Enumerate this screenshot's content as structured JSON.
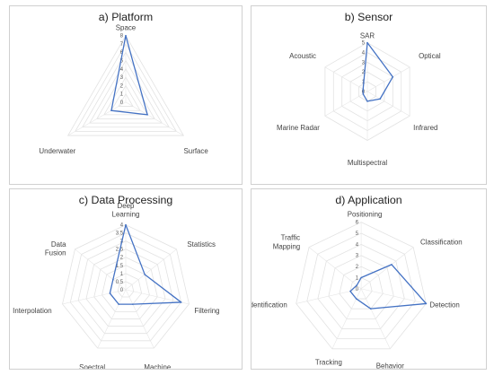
{
  "chart_data": [
    {
      "type": "radar",
      "title": "a) Platform",
      "categories": [
        "Space",
        "Surface",
        "Underwater"
      ],
      "rmax": 8,
      "ticks": [
        0,
        1,
        2,
        3,
        4,
        5,
        6,
        7,
        8
      ],
      "series": [
        {
          "values": [
            8,
            3,
            2
          ]
        }
      ]
    },
    {
      "type": "radar",
      "title": "b) Sensor",
      "categories": [
        "SAR",
        "Optical",
        "Infrared",
        "Multispectral",
        "Marine Radar",
        "Acoustic"
      ],
      "rmax": 5,
      "ticks": [
        0,
        1,
        2,
        3,
        4,
        5
      ],
      "series": [
        {
          "values": [
            5,
            3,
            1.5,
            1,
            0.5,
            0.5
          ]
        }
      ]
    },
    {
      "type": "radar",
      "title": "c) Data Processing",
      "categories": [
        "Deep Learning",
        "Statistics",
        "Filtering",
        "Machine Learning",
        "Soectral Analysis",
        "Interpolation",
        "Data Fusion"
      ],
      "rmax": 4,
      "ticks": [
        0,
        0.5,
        1,
        1.5,
        2,
        2.5,
        3,
        3.5,
        4
      ],
      "series": [
        {
          "values": [
            4,
            1.5,
            3.5,
            1,
            1,
            1,
            1
          ]
        }
      ]
    },
    {
      "type": "radar",
      "title": "d) Application",
      "categories": [
        "Positioning",
        "Classification",
        "Detection",
        "Behavior Analysis",
        "Tracking",
        "Identification",
        "Traffic Mapping"
      ],
      "rmax": 6,
      "ticks": [
        0,
        1,
        2,
        3,
        4,
        5,
        6
      ],
      "series": [
        {
          "values": [
            1,
            3.5,
            6,
            2,
            1,
            1,
            0.5
          ]
        }
      ]
    }
  ]
}
